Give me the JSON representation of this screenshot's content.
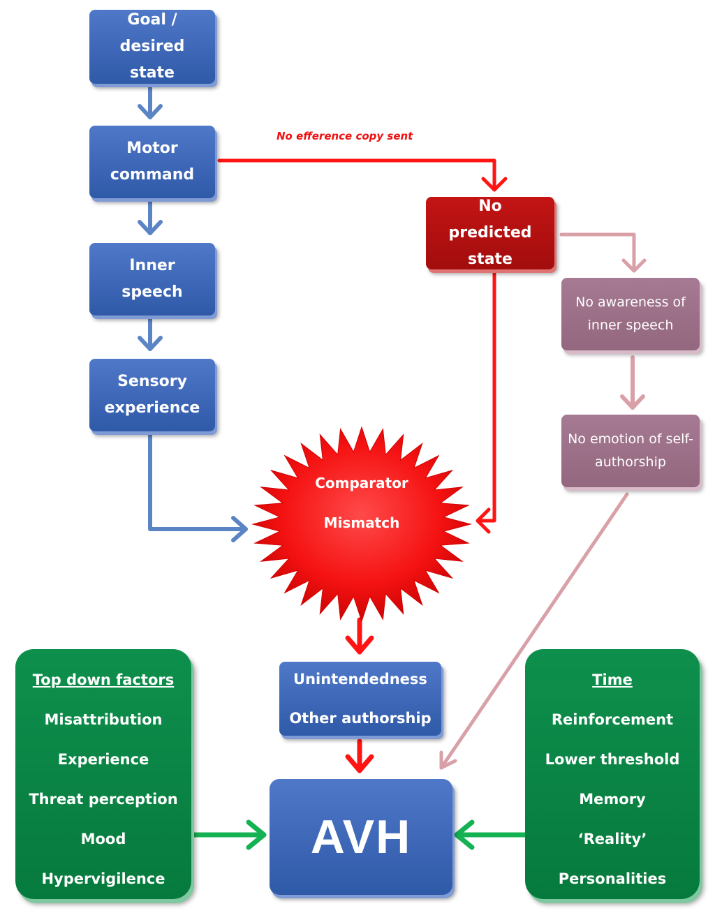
{
  "colors": {
    "blue": "#2f5aa8",
    "blue_arrow": "#5b84c4",
    "red": "#b01010",
    "red_arrow": "#ff1414",
    "mauve": "#9c6f87",
    "pink_arrow": "#d9a0a8",
    "green": "#0a8442",
    "green_arrow": "#14b253"
  },
  "nodes": {
    "goal": "Goal / desired state",
    "motor": "Motor command",
    "inner": "Inner speech",
    "sensory": "Sensory experience",
    "no_predicted": "No predicted state",
    "no_awareness": "No awareness of inner speech",
    "no_emotion": "No emotion of self-authorship",
    "comparator": {
      "line1": "Comparator",
      "line2": "Mismatch"
    },
    "unintendedness": {
      "line1": "Unintendedness",
      "line2": "Other authorship"
    },
    "avh": "AVH"
  },
  "edge_label": "No efference copy sent",
  "top_down": {
    "title": "Top down factors",
    "items": [
      "Misattribution",
      "Experience",
      "Threat perception",
      "Mood",
      "Hypervigilence"
    ]
  },
  "time": {
    "title": "Time",
    "items": [
      "Reinforcement",
      "Lower threshold",
      "Memory",
      "‘Reality’",
      "Personalities"
    ]
  }
}
